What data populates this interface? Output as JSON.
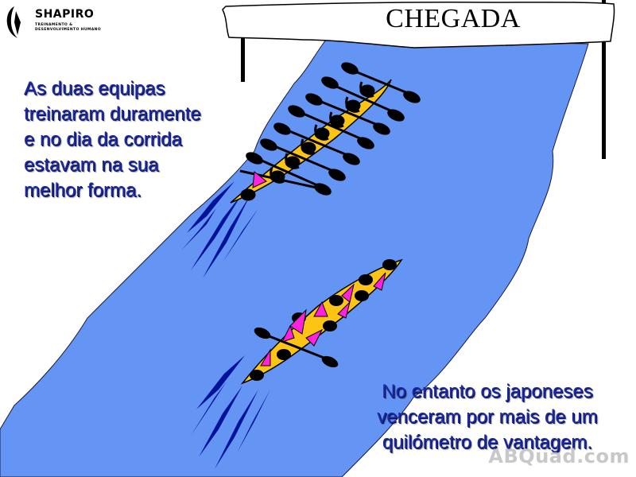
{
  "logo": {
    "name": "SHAPIRO",
    "subtitle_line1": "TREINAMENTO &",
    "subtitle_line2": "DESENVOLVIMENTO HUMANO"
  },
  "banner": {
    "label": "CHEGADA"
  },
  "captions": {
    "top": [
      "As duas equipas",
      "treinaram duramente",
      "e no dia da corrida",
      "estavam na sua",
      "melhor forma."
    ],
    "bottom": [
      "No entanto os japoneses",
      "venceram por mais de um",
      "quilómetro de vantagem."
    ]
  },
  "watermark": "ABQuad.com",
  "colors": {
    "river": "#6495f5",
    "wake": "#00129a",
    "boat": "#fcc414",
    "coxswain": "#ff22dd",
    "caption_text": "#1a2aa8",
    "ink": "#000000"
  },
  "boats": [
    {
      "id": "boat-top",
      "rowers": 8,
      "paddles_visible": 16
    },
    {
      "id": "boat-bottom",
      "rowers": 8,
      "paddles_visible": 2
    }
  ]
}
